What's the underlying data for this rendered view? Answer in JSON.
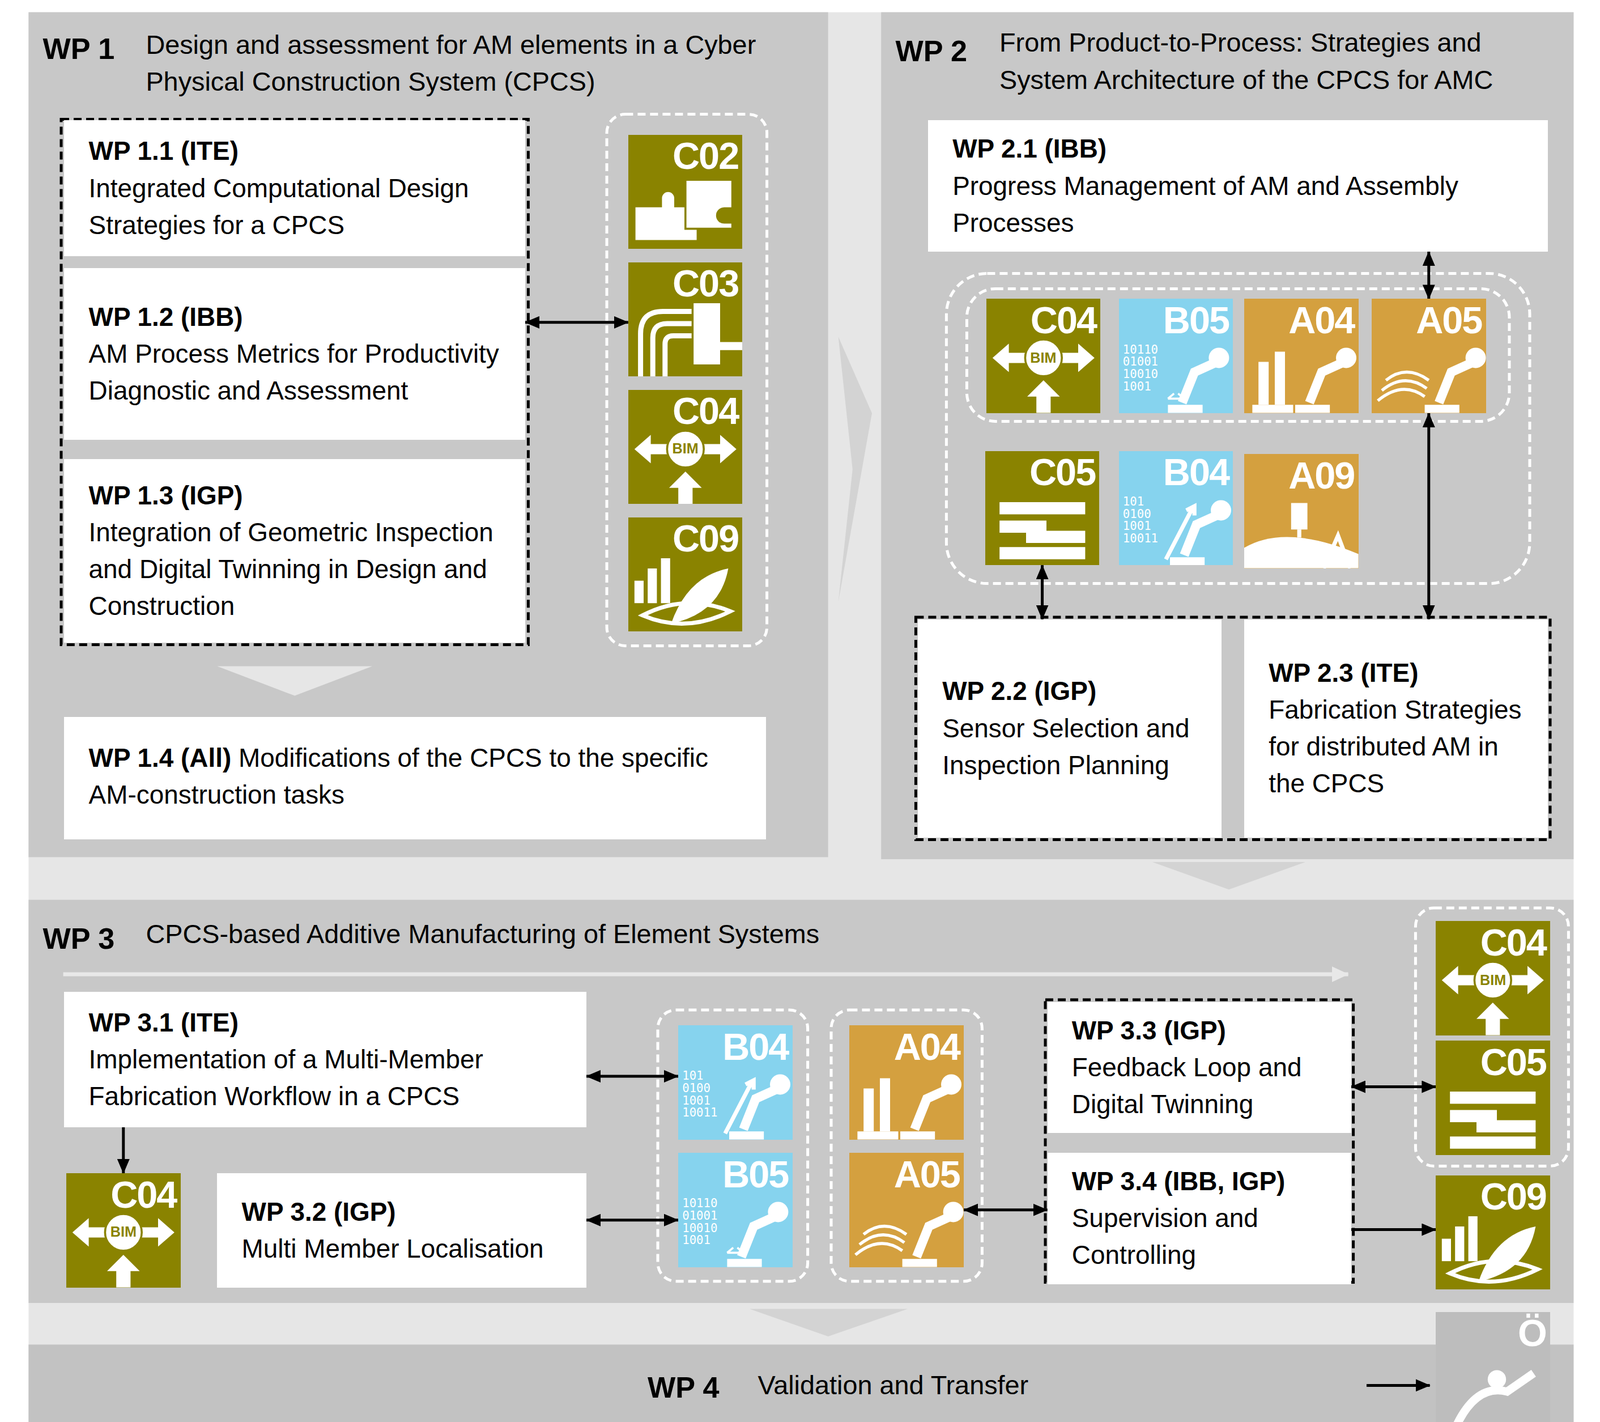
{
  "diagram": {
    "nodes": [
      {
        "text": [
          "WP 1",
          "Design and assessment for AM elements in a Cyber Physical Construction System (CPCS)"
        ]
      },
      {
        "text": [
          "WP 1.1 (ITE)",
          "Integrated Computational Design Strategies for a CPCS"
        ],
        "in": 0
      },
      {
        "text": [
          "WP 1.2 (IBB)",
          "AM Process Metrics for Productivity Diagnostic and Assessment"
        ],
        "in": 0
      },
      {
        "text": [
          "WP 1.3 (IGP)",
          "Integration of Geometric Inspection and Digital Twinning in Design and Construction"
        ],
        "in": 0
      },
      {
        "text": [
          "C02"
        ],
        "in": 0
      },
      {
        "text": [
          "C03"
        ],
        "in": 0
      },
      {
        "text": [
          "C04",
          "BIM"
        ],
        "in": 0
      },
      {
        "text": [
          "C09"
        ],
        "in": 0
      },
      {
        "text": [
          "WP 1.4 (All)",
          "Modifications of the CPCS to the specific AM-construction tasks"
        ],
        "in": 0
      },
      {
        "text": [
          "WP 2",
          "From Product-to-Process: Strategies and System Architecture of the CPCS for AMC"
        ]
      },
      {
        "text": [
          "WP 2.1 (IBB)",
          "Progress Management of AM and Assembly Processes"
        ],
        "in": 9
      },
      {
        "text": [
          "C04",
          "BIM"
        ],
        "in": 9
      },
      {
        "text": [
          "B05",
          "10110 01001 10010 1001"
        ],
        "in": 9
      },
      {
        "text": [
          "A04"
        ],
        "in": 9
      },
      {
        "text": [
          "A05"
        ],
        "in": 9
      },
      {
        "text": [
          "C05"
        ],
        "in": 9
      },
      {
        "text": [
          "B04",
          "101 0100 1001 10011"
        ],
        "in": 9
      },
      {
        "text": [
          "A09"
        ],
        "in": 9
      },
      {
        "text": [
          "WP 2.2 (IGP)",
          "Sensor Selection and Inspection Planning"
        ],
        "in": 9
      },
      {
        "text": [
          "WP 2.3 (ITE)",
          "Fabrication Strategies for distributed AM in the CPCS"
        ],
        "in": 9
      },
      {
        "text": [
          "WP 3",
          "CPCS-based Additive Manufacturing of Element Systems"
        ]
      },
      {
        "text": [
          "WP 3.1 (ITE)",
          "Implementation of a Multi-Member Fabrication Workflow in a CPCS"
        ],
        "in": 20
      },
      {
        "text": [
          "C04",
          "BIM"
        ],
        "in": 20
      },
      {
        "text": [
          "WP 3.2 (IGP)",
          "Multi Member Localisation"
        ],
        "in": 20
      },
      {
        "text": [
          "B04",
          "101 0100 1001 10011"
        ],
        "in": 20
      },
      {
        "text": [
          "B05",
          "10110 01001 10010 1001"
        ],
        "in": 20
      },
      {
        "text": [
          "A04"
        ],
        "in": 20
      },
      {
        "text": [
          "A05"
        ],
        "in": 20
      },
      {
        "text": [
          "WP 3.3 (IGP)",
          "Feedback Loop and Digital Twinning"
        ],
        "in": 20
      },
      {
        "text": [
          "WP 3.4 (IBB, IGP)",
          "Supervision and Controlling"
        ],
        "in": 20
      },
      {
        "text": [
          "C04",
          "BIM"
        ],
        "in": 20
      },
      {
        "text": [
          "C05"
        ],
        "in": 20
      },
      {
        "text": [
          "C09"
        ],
        "in": 20
      },
      {
        "text": [
          "WP 4",
          "Validation and Transfer"
        ]
      },
      {
        "text": [
          "Ö"
        ],
        "in": 33
      }
    ],
    "edges": [
      {
        "from": 2,
        "to": 5,
        "arrow": "both"
      },
      {
        "from": 10,
        "to": 14,
        "arrow": "both"
      },
      {
        "from": 15,
        "to": 18,
        "arrow": "both"
      },
      {
        "from": 14,
        "to": 19,
        "arrow": "both"
      },
      {
        "from": 21,
        "to": 22,
        "arrow": "to"
      },
      {
        "from": 21,
        "to": 24,
        "arrow": "both"
      },
      {
        "from": 23,
        "to": 25,
        "arrow": "both"
      },
      {
        "from": 27,
        "to": 29,
        "arrow": "both"
      },
      {
        "from": 28,
        "to": 31,
        "arrow": "both"
      },
      {
        "from": 29,
        "to": 32,
        "arrow": "to"
      }
    ]
  }
}
